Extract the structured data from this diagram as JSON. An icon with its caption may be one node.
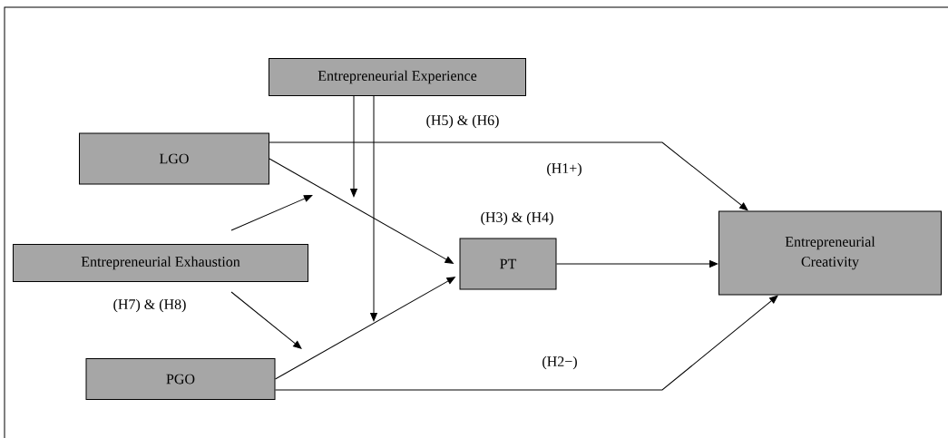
{
  "diagram": {
    "nodes": [
      {
        "text": [
          "Entrepreneurial Experience"
        ]
      },
      {
        "text": [
          "LGO"
        ]
      },
      {
        "text": [
          "Entrepreneurial Exhaustion"
        ]
      },
      {
        "text": [
          "PT"
        ]
      },
      {
        "text": [
          "Entrepreneurial Creativity"
        ]
      },
      {
        "text": [
          "PGO"
        ]
      }
    ],
    "edges": [
      {
        "from": 1,
        "to": 4,
        "arrow": "to",
        "label": "(H1+)"
      },
      {
        "from": 5,
        "to": 4,
        "arrow": "to",
        "label": "(H2−)"
      },
      {
        "from": 1,
        "to": 3,
        "arrow": "to"
      },
      {
        "from": 5,
        "to": 3,
        "arrow": "to"
      },
      {
        "from": 3,
        "to": 4,
        "arrow": "to"
      },
      {
        "from": 0,
        "to": null,
        "arrow": "to"
      },
      {
        "from": 0,
        "to": null,
        "arrow": "to"
      },
      {
        "from": 2,
        "to": null,
        "arrow": "to"
      },
      {
        "from": 2,
        "to": null,
        "arrow": "to"
      }
    ],
    "labels": [
      "(H5) & (H6)",
      "(H3) & (H4)",
      "(H7) & (H8)"
    ]
  }
}
